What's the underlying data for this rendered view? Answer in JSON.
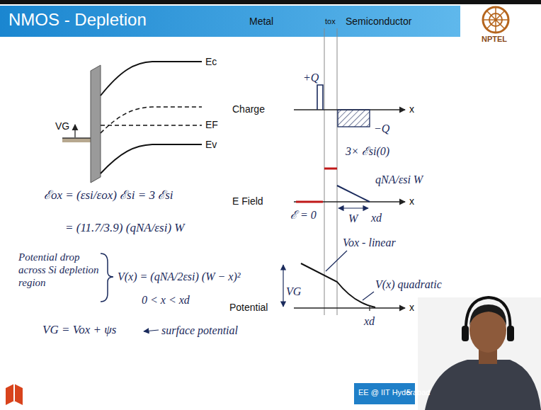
{
  "diagram": {
    "title": "NMOS - Depletion",
    "labels": [
      "Ec",
      "EF",
      "Ev",
      "VG",
      "Metal",
      "tox",
      "Semiconductor",
      "Charge",
      "x",
      "+Q",
      "−Q",
      "3× ℰsi(0)",
      "qNA/εsi W",
      "E Field",
      "x",
      "ℰ = 0",
      "W",
      "xd",
      "Vox - linear",
      "V(x) quadratic",
      "VG",
      "Potential",
      "x",
      "xd",
      "ℰox = (εsi/εox) ℰsi = 3 ℰsi",
      "= (11.7/3.9) (qNA/εsi) W",
      "Potential drop across Si depletion region",
      "V(x) = (qNA/2εsi) (W − x)²",
      "0 < x < xd",
      "VG = Vox + ψs",
      "surface potential",
      "NPTEL",
      "EE @ IIT Hyderabad",
      "5"
    ]
  }
}
